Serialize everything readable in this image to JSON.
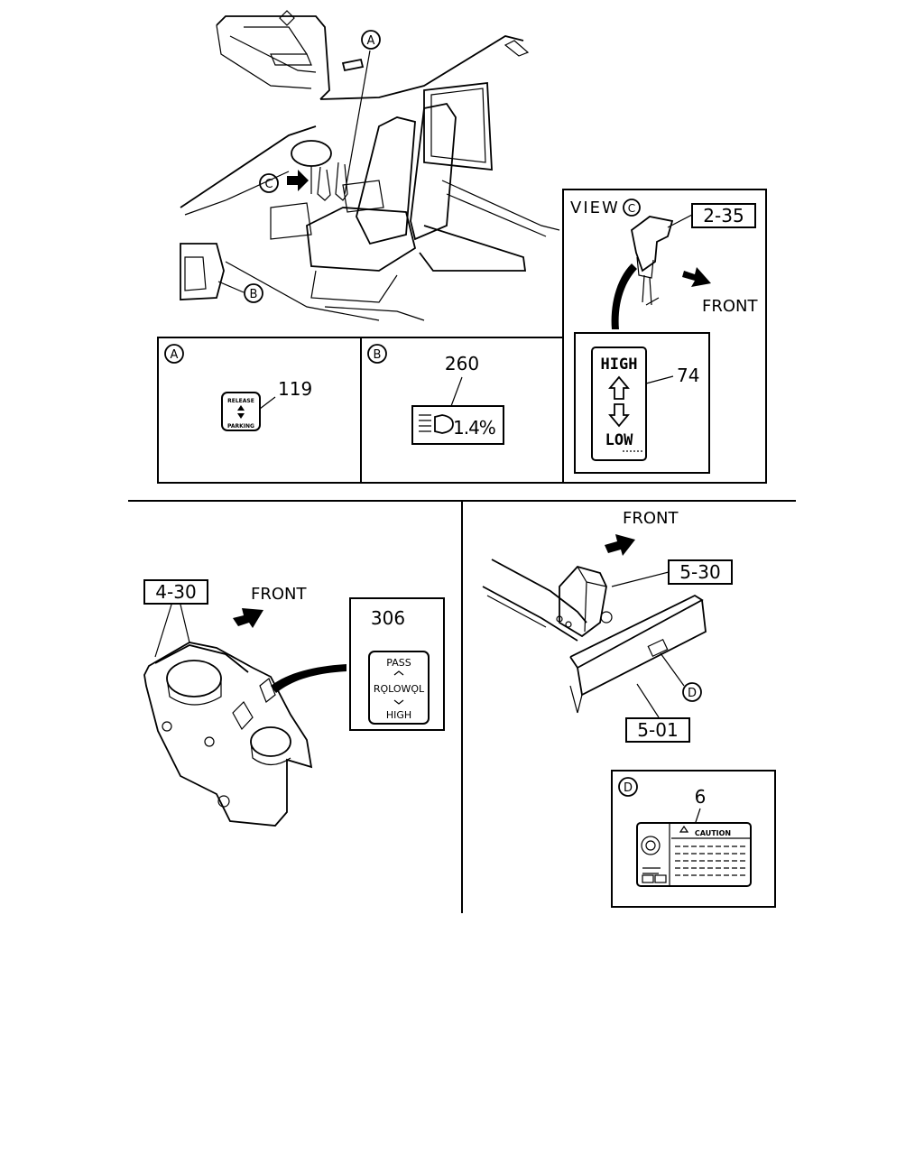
{
  "callouts": {
    "a": "A",
    "b": "B",
    "c": "C",
    "d": "D"
  },
  "view_c": {
    "title": "VIEW",
    "letter": "C",
    "ref": "2-35",
    "front": "FRONT",
    "part_no": "74",
    "label_high": "HIGH",
    "label_low": "LOW"
  },
  "panel_a": {
    "part_no": "119",
    "label_release": "RELEASE",
    "label_parking": "PARKING"
  },
  "panel_b": {
    "part_no": "260",
    "label_value": "1.4%"
  },
  "lower_left": {
    "ref": "4-30",
    "front": "FRONT",
    "part_no": "306",
    "label_pass": "PASS",
    "label_row": "RǪLOWǪL",
    "label_high": "HIGH"
  },
  "lower_right": {
    "front": "FRONT",
    "ref_top": "5-30",
    "ref_bottom": "5-01"
  },
  "panel_d": {
    "part_no": "6",
    "label_caution": "CAUTION"
  }
}
